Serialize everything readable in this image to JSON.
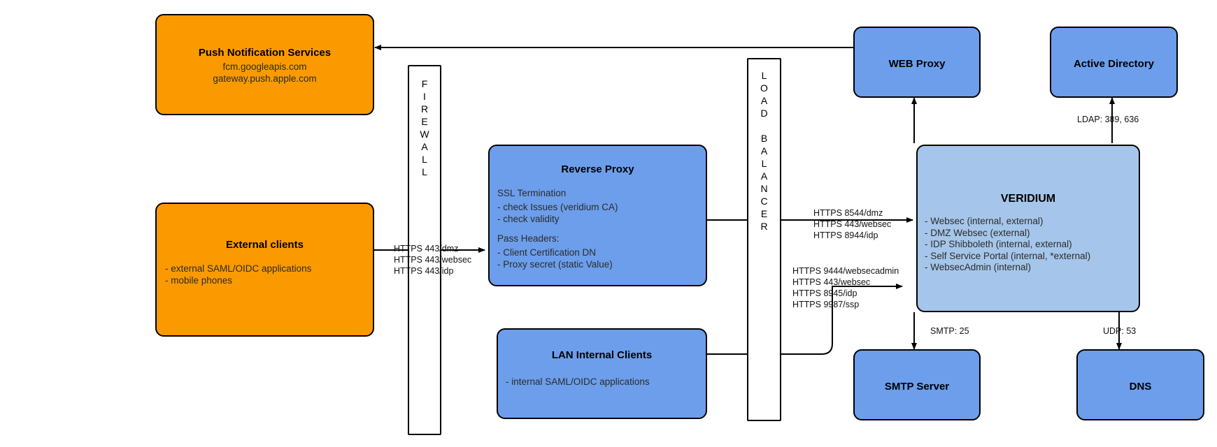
{
  "diagram": {
    "title": "VeridiumID network architecture",
    "colors": {
      "orange": "#fa9a00",
      "blue": "#6c9eeb",
      "light_blue": "#a5c6ea",
      "stroke": "#000000",
      "background": "#ffffff"
    }
  },
  "nodes": {
    "push_notification": {
      "title": "Push Notification Services",
      "line1": "fcm.googleapis.com",
      "line2": "gateway.push.apple.com"
    },
    "external_clients": {
      "title": "External clients",
      "items": "- external SAML/OIDC applications\n- mobile phones"
    },
    "firewall": {
      "letters": "F\nI\nR\nE\nW\nA\nL\nL"
    },
    "load_balancer": {
      "letters": "L\nO\nA\nD\n\nB\nA\nL\nA\nN\nC\nE\nR"
    },
    "reverse_proxy": {
      "title": "Reverse Proxy",
      "section1_heading": "SSL Termination",
      "section1_items": "- check Issues (veridium CA)\n- check validity",
      "section2_heading": "Pass Headers:",
      "section2_items": "- Client Certification DN\n- Proxy secret (static Value)"
    },
    "lan_internal_clients": {
      "title": "LAN Internal Clients",
      "items": "- internal SAML/OIDC applications"
    },
    "web_proxy": {
      "title": "WEB Proxy"
    },
    "active_directory": {
      "title": "Active Directory"
    },
    "veridium": {
      "title": "VERIDIUM",
      "items": "- Websec (internal, external)\n- DMZ Websec (external)\n- IDP Shibboleth (internal, external)\n- Self Service Portal (internal, *external)\n- WebsecAdmin (internal)"
    },
    "smtp_server": {
      "title": "SMTP Server"
    },
    "dns": {
      "title": "DNS"
    }
  },
  "edge_labels": {
    "external_to_proxy": "HTTPS 443/dmz\nHTTPS 443/websec\nHTTPS 443/idp",
    "lb_to_veridium_upper": "HTTPS 8544/dmz\nHTTPS 443/websec\nHTTPS 8944/idp",
    "lb_to_veridium_lower": "HTTPS 9444/websecadmin\nHTTPS 443/websec\nHTTPS 8945/idp\nHTTPS 9987/ssp",
    "ldap": "LDAP: 389, 636",
    "smtp": "SMTP: 25",
    "udp_dns": "UDP: 53"
  }
}
